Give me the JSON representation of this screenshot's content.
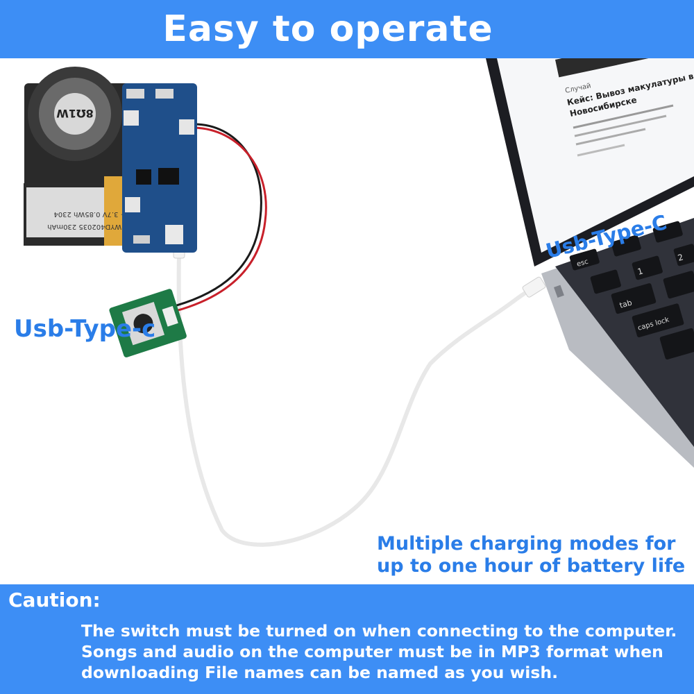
{
  "header": {
    "title": "Easy to operate"
  },
  "labels": {
    "board_port": "Usb-Type-c",
    "laptop_port": "Usb-Type-C",
    "charging_note": "Multiple charging modes for up to one hour of battery life"
  },
  "speaker": {
    "marking": "8Ω1W"
  },
  "battery": {
    "line1": "+ 3.7V 0.85Wh 2304",
    "line2": "- WYD402035 230mAh"
  },
  "laptop_screen": {
    "category": "Случай",
    "headline_1": "Кейс: Вывоз макулатуры в",
    "headline_2": "Новосибирске"
  },
  "keyboard": {
    "esc": "esc",
    "tab": "tab",
    "caps": "caps lock",
    "k1": "1",
    "k2": "2"
  },
  "caution": {
    "title": "Caution:",
    "line1": "The switch must be turned on when connecting to the computer.",
    "line2": "Songs and audio on the computer must be in MP3 format when",
    "line3": "downloading File names can be named as you wish."
  },
  "colors": {
    "banner": "#3d8ef5",
    "label_blue": "#2a7de8",
    "pcb_blue": "#1f4f8a",
    "switch_green": "#1e7a46"
  }
}
